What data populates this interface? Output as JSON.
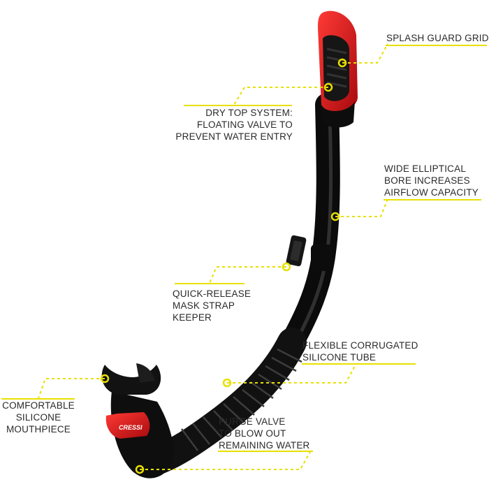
{
  "brand": {
    "logo_text": "CRESSI",
    "colors": {
      "accent_yellow": "#e8e000",
      "body_black": "#101010",
      "brand_red": "#d8161b"
    }
  },
  "callouts": {
    "splash_guard": {
      "lines": [
        "SPLASH GUARD GRID"
      ]
    },
    "dry_top": {
      "lines": [
        "DRY TOP SYSTEM:",
        "FLOATING VALVE TO",
        "PREVENT WATER ENTRY"
      ]
    },
    "bore": {
      "lines": [
        "WIDE ELLIPTICAL",
        "BORE INCREASES",
        "AIRFLOW CAPACITY"
      ]
    },
    "strap_keeper": {
      "lines": [
        "QUICK-RELEASE",
        "MASK STRAP",
        "KEEPER"
      ]
    },
    "corrugated": {
      "lines": [
        "FLEXIBLE CORRUGATED",
        "SILICONE TUBE"
      ]
    },
    "mouthpiece": {
      "lines": [
        "COMFORTABLE",
        "SILICONE",
        "MOUTHPIECE"
      ]
    },
    "purge_valve": {
      "lines": [
        "PURGE VALVE",
        "TO BLOW OUT",
        "REMAINING WATER"
      ]
    }
  }
}
